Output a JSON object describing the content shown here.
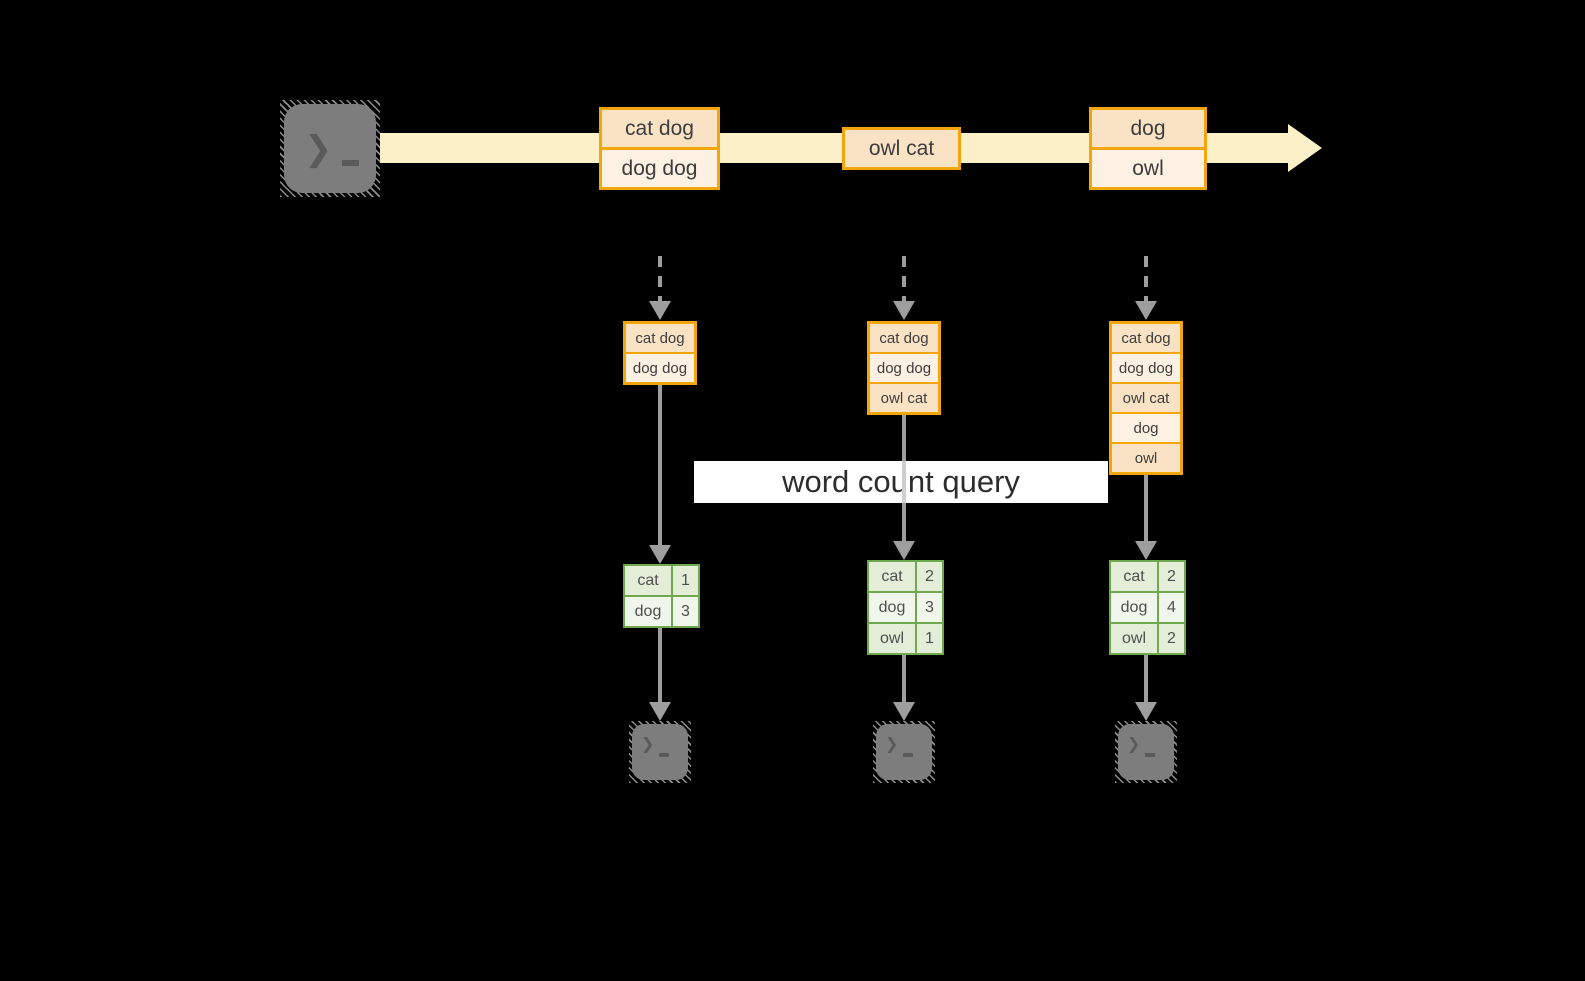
{
  "diagram": {
    "query_label": "word count query",
    "glyphs": {
      "prompt": "❯"
    },
    "batches": [
      {
        "rows": [
          "cat dog",
          "dog dog"
        ]
      },
      {
        "rows": [
          "owl cat"
        ]
      },
      {
        "rows": [
          "dog",
          "owl"
        ]
      }
    ],
    "state_boxes": [
      {
        "rows": [
          "cat dog",
          "dog dog"
        ]
      },
      {
        "rows": [
          "cat dog",
          "dog dog",
          "owl cat"
        ]
      },
      {
        "rows": [
          "cat dog",
          "dog dog",
          "owl cat",
          "dog",
          "owl"
        ]
      }
    ],
    "count_tables": [
      {
        "rows": [
          {
            "word": "cat",
            "count": "1"
          },
          {
            "word": "dog",
            "count": "3"
          }
        ]
      },
      {
        "rows": [
          {
            "word": "cat",
            "count": "2"
          },
          {
            "word": "dog",
            "count": "3"
          },
          {
            "word": "owl",
            "count": "1"
          }
        ]
      },
      {
        "rows": [
          {
            "word": "cat",
            "count": "2"
          },
          {
            "word": "dog",
            "count": "4"
          },
          {
            "word": "owl",
            "count": "2"
          }
        ]
      }
    ],
    "colors": {
      "background": "#000000",
      "stream_arrow": "#FBF0C8",
      "box_border": "#F2A60A",
      "cell_dark": "#FAE3C5",
      "cell_light": "#FCF1E2",
      "table_border": "#70A84F",
      "table_cell_dark": "#E4EDD8",
      "table_cell_light": "#F0F6EB",
      "connector": "#9E9E9E",
      "terminal": "#7D7D7D",
      "query_band": "#FFFFFF"
    }
  }
}
